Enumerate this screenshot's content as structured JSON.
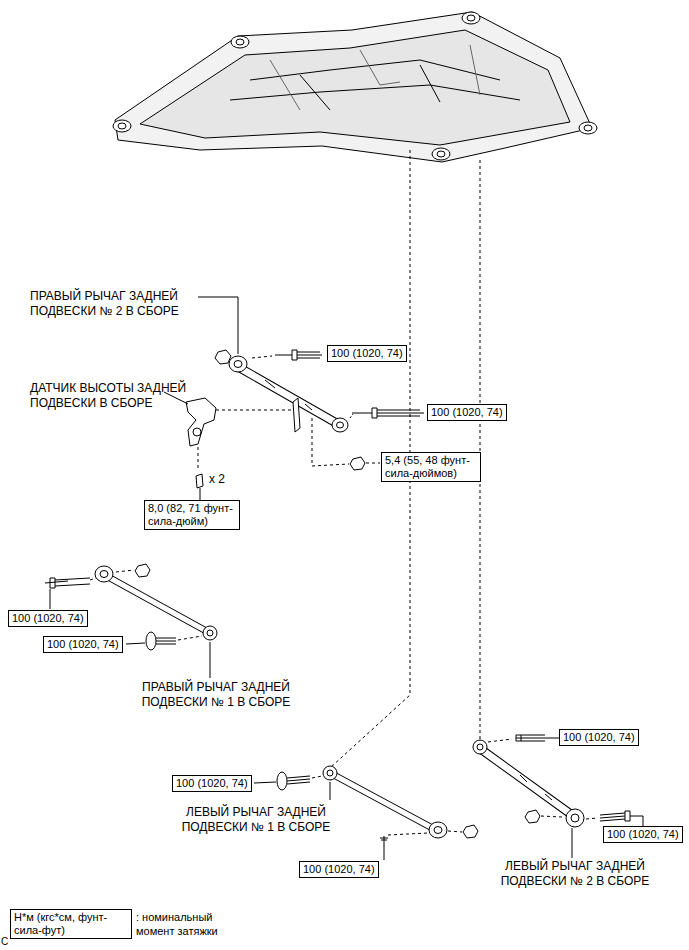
{
  "diagram": {
    "nodes": [
      {
        "text": [
          "100 (1020, 74)"
        ]
      },
      {
        "text": [
          "100 (1020, 74)"
        ]
      },
      {
        "text": [
          "5,4 (55, 48 фунт-сила-дюймов)"
        ]
      },
      {
        "text": [
          "8,0 (82, 71 фунт-сила-дюйм)"
        ]
      },
      {
        "text": [
          "100 (1020, 74)"
        ]
      },
      {
        "text": [
          "100 (1020, 74)"
        ]
      },
      {
        "text": [
          "100 (1020, 74)"
        ]
      },
      {
        "text": [
          "100 (1020, 74)"
        ]
      },
      {
        "text": [
          "100 (1020, 74)"
        ]
      },
      {
        "text": [
          "100 (1020, 74)"
        ]
      },
      {
        "text": [
          "Н*м (кгс*см, фунт-сила-фут)"
        ]
      }
    ],
    "labels": [
      "ПРАВЫЙ РЫЧАГ ЗАДНЕЙ ПОДВЕСКИ № 2 В СБОРЕ",
      "ДАТЧИК ВЫСОТЫ ЗАДНЕЙ ПОДВЕСКИ В СБОРЕ",
      "x 2",
      "ПРАВЫЙ РЫЧАГ ЗАДНЕЙ ПОДВЕСКИ № 1 В СБОРЕ",
      "ЛЕВЫЙ РЫЧАГ ЗАДНЕЙ ПОДВЕСКИ № 1 В СБОРЕ",
      "ЛЕВЫЙ РЫЧАГ ЗАДНЕЙ ПОДВЕСКИ № 2 В СБОРЕ",
      ": номинальный момент затяжки",
      "C"
    ]
  }
}
